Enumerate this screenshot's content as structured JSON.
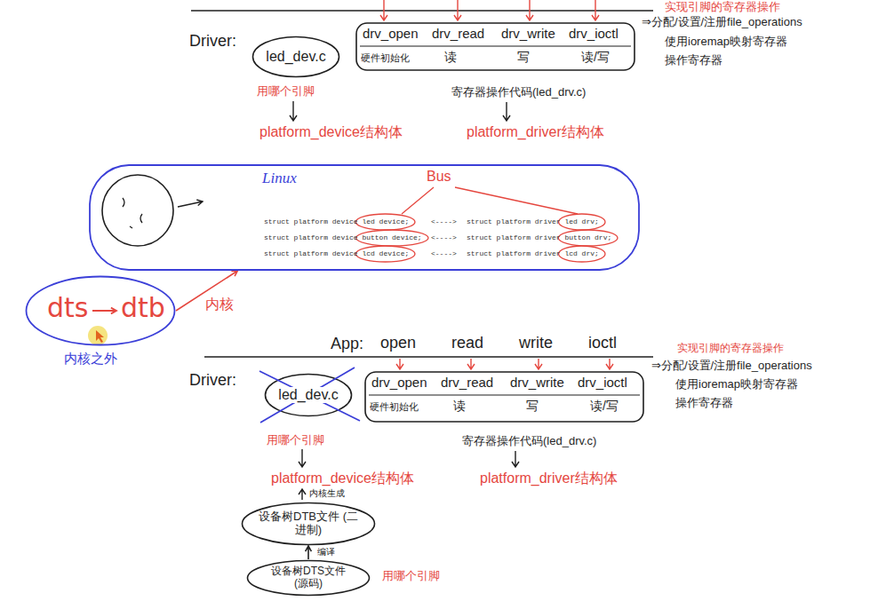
{
  "diagram": {
    "nodes": [
      {
        "text": [
          "led_dev.c"
        ]
      },
      {
        "text": [
          "drv_open",
          "drv_read",
          "drv_write",
          "drv_ioctl",
          "硬件初始化",
          "读",
          "写",
          "读/写"
        ]
      },
      {
        "text": [
          "Linux",
          "struct platform device led device;",
          "<---->",
          "struct platform driver led drv;",
          "struct platform device button device;",
          "<---->",
          "struct platform driver button drv;",
          "struct platform device lcd device;",
          "<---->",
          "struct platform driver lcd drv;"
        ]
      },
      {
        "text": [
          "dts",
          "dtb"
        ]
      },
      {
        "text": [
          "led_dev.c"
        ]
      },
      {
        "text": [
          "drv_open",
          "drv_read",
          "drv_write",
          "drv_ioctl",
          "硬件初始化",
          "读",
          "写",
          "读/写"
        ]
      },
      {
        "text": [
          "设备树DTB文件 (二进制)"
        ]
      },
      {
        "text": [
          "设备树DTS文件 (源码)"
        ]
      }
    ],
    "edges": [
      {
        "from": 7,
        "to": 6,
        "arrow": "to",
        "label": "编译"
      },
      {
        "from": 3,
        "to": 2,
        "arrow": "to",
        "label": "内核"
      }
    ],
    "labels": [
      "实现引脚的寄存器操作",
      "Driver:",
      "⇒分配/设置/注册file_operations",
      "使用ioremap映射寄存器",
      "操作寄存器",
      "用哪个引脚",
      "platform_device结构体",
      "寄存器操作代码(led_drv.c)",
      "platform_driver结构体",
      "Bus",
      "内核之外",
      "App:",
      "open",
      "read",
      "write",
      "ioctl",
      "实现引脚的寄存器操作",
      "Driver:",
      "⇒分配/设置/注册file_operations",
      "使用ioremap映射寄存器",
      "操作寄存器",
      "用哪个引脚",
      "寄存器操作代码(led_drv.c)",
      "platform_device结构体",
      "内核生成",
      "platform_driver结构体",
      "用哪个引脚"
    ]
  }
}
